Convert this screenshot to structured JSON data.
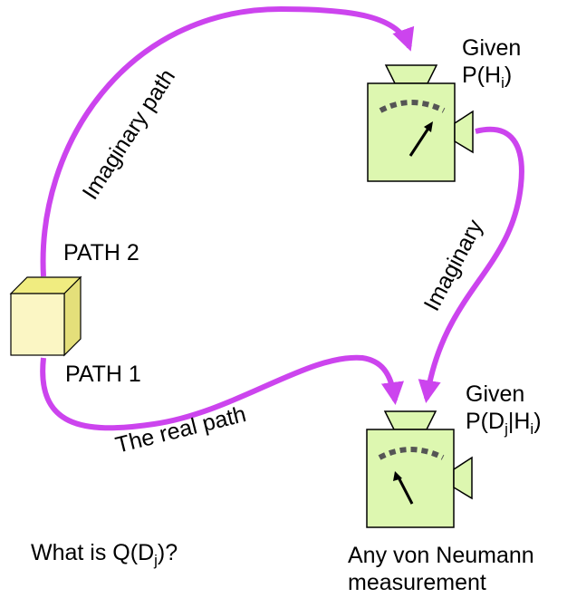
{
  "labels": {
    "given_top_line1": "Given",
    "given_top_line2_prefix": "P(H",
    "given_top_line2_sub": "i",
    "given_top_line2_suffix": ")",
    "given_bottom_line1": "Given",
    "given_bottom_prefix": "P(D",
    "given_bottom_sub1": "j",
    "given_bottom_mid": "|H",
    "given_bottom_sub2": "i",
    "given_bottom_suffix": ")",
    "path2": "PATH 2",
    "path1": "PATH 1",
    "imaginary_path": "Imaginary path",
    "imaginary": "Imaginary",
    "real_path": "The real path",
    "question_prefix": "What is Q(D",
    "question_sub": "j",
    "question_suffix": ")?",
    "measurement_line1": "Any von Neumann",
    "measurement_line2": "measurement"
  },
  "colors": {
    "path": "#cc44ee",
    "device_fill": "#ddf7b0",
    "box_front": "#fbf6c4",
    "box_top": "#f0ec80",
    "box_side": "#e4df7a",
    "outline": "#000000",
    "dial_dots": "#555555"
  }
}
